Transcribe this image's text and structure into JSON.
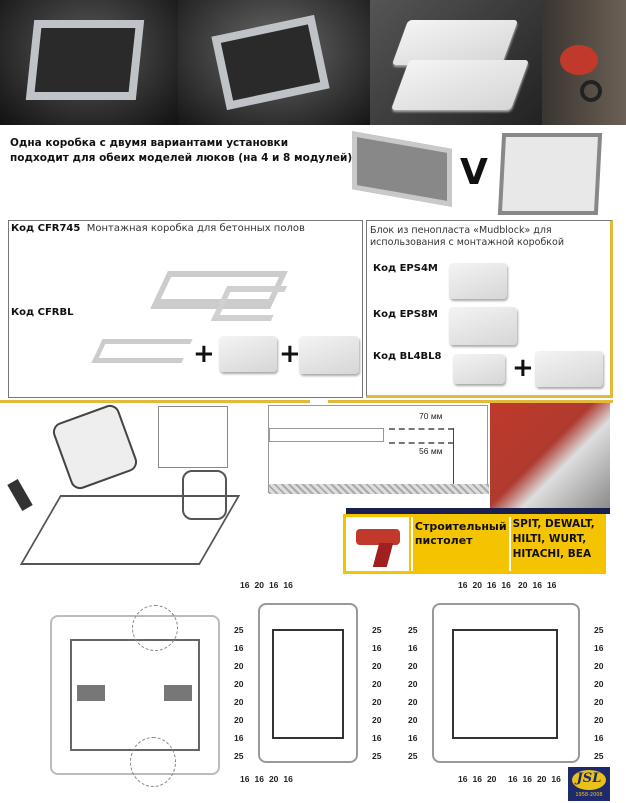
{
  "caption": {
    "line1": "Одна коробка с двумя вариантами установки",
    "line2": "подходит для обеих моделей люков (на 4 и 8 модулей)",
    "or_symbol": "V"
  },
  "box_left": {
    "code1": "Код CFR745",
    "desc1": "Монтажная коробка для бетонных полов",
    "code2": "Код CFRBL",
    "plus": "+"
  },
  "box_right": {
    "title": "Блок из пенопласта «Mudblock» для использования с монтажной коробкой",
    "items": [
      {
        "code": "Код EPS4M"
      },
      {
        "code": "Код EPS8M"
      },
      {
        "code": "Код BL4BL8"
      }
    ],
    "plus": "+"
  },
  "section": {
    "dim1": "70 мм",
    "dim2": "56 мм"
  },
  "tool": {
    "label": "Строительный пистолет",
    "brands": "SPIT, DEWALT, HILTI,  WURT, HITACHI, BEA"
  },
  "diagram_mid": {
    "top": [
      "16",
      "20",
      "16",
      "16"
    ],
    "left": [
      "25",
      "16",
      "20",
      "20",
      "20",
      "20",
      "16",
      "25"
    ],
    "right": [
      "25",
      "16",
      "20",
      "20",
      "20",
      "20",
      "16",
      "25"
    ],
    "bottom": [
      "16",
      "16",
      "20",
      "16"
    ]
  },
  "diagram_right": {
    "top_a": [
      "16",
      "20",
      "16",
      "16"
    ],
    "top_b": [
      "20",
      "16",
      "16"
    ],
    "left": [
      "25",
      "16",
      "20",
      "20",
      "20",
      "20",
      "16",
      "25"
    ],
    "right": [
      "25",
      "16",
      "20",
      "20",
      "20",
      "20",
      "16",
      "25"
    ],
    "bottom_a": [
      "16",
      "16",
      "20"
    ],
    "bottom_b": [
      "16",
      "16",
      "20",
      "16"
    ]
  },
  "logo": {
    "text": "JSL",
    "years": "1958-2008"
  }
}
